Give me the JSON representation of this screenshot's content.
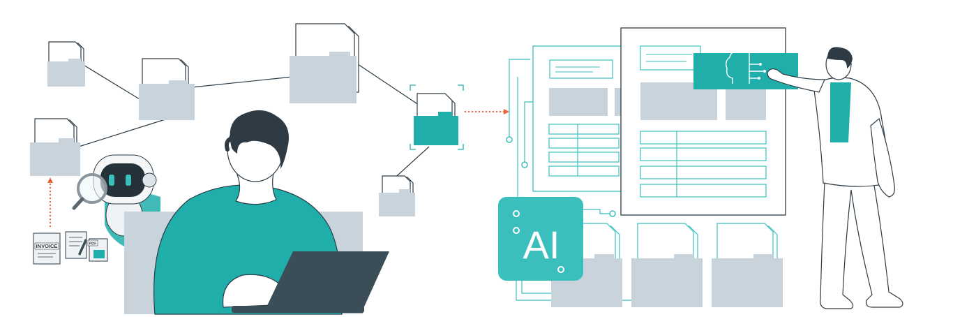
{
  "illustration": {
    "doc_labels": {
      "invoice": "INVOICE",
      "pdf": "PDF"
    },
    "ai_badge": {
      "text": "AI"
    }
  },
  "colors": {
    "teal": "#20aeaa",
    "teal_light": "#3bbfbd",
    "folder_grey": "#c9d3db",
    "line_dark": "#2d3b45",
    "accent_orange": "#e8643a",
    "laptop": "#3b4e57",
    "hair": "#2e3a44"
  },
  "icons": [
    "folder-icon",
    "document-icon",
    "robot-icon",
    "magnifier-icon",
    "brain-circuit-icon",
    "laptop-icon"
  ]
}
